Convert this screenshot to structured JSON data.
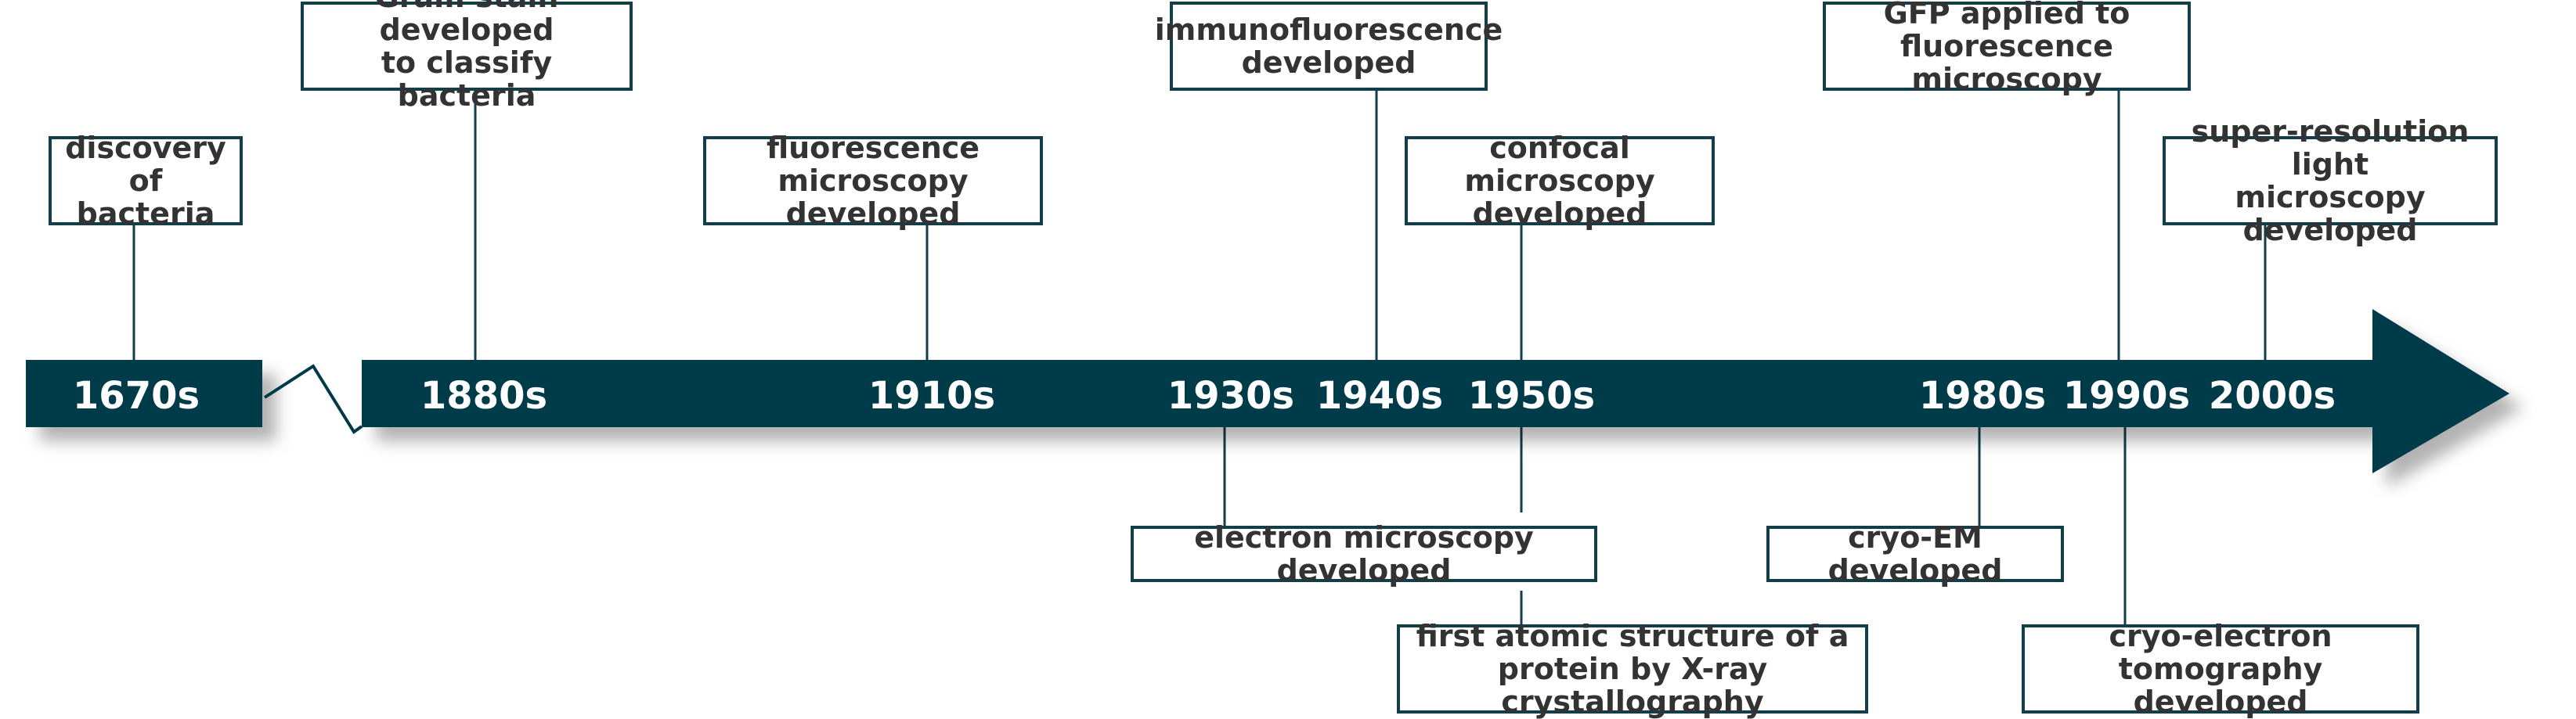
{
  "colors": {
    "band": "#003a48",
    "connector": "#123e4a",
    "box_border": "#123e4a",
    "box_text": "#333333",
    "year_text": "#ffffff"
  },
  "years": [
    "1670s",
    "1880s",
    "1910s",
    "1930s",
    "1940s",
    "1950s",
    "1980s",
    "1990s",
    "2000s"
  ],
  "events_above": [
    {
      "year": "1670s",
      "text": "discovery of\nbacteria"
    },
    {
      "year": "1880s",
      "text": "Gram stain developed\nto classify bacteria"
    },
    {
      "year": "1910s",
      "text": "fluorescence\nmicroscopy developed"
    },
    {
      "year": "1940s",
      "text": "immunofluorescence\ndeveloped"
    },
    {
      "year": "1950s",
      "text": "confocal microscopy\ndeveloped"
    },
    {
      "year": "1990s",
      "text": "GFP applied to\nfluorescence microscopy"
    },
    {
      "year": "2000s",
      "text": "super-resolution light\nmicroscopy developed"
    }
  ],
  "events_below": [
    {
      "year": "1930s",
      "text": "electron microscopy developed"
    },
    {
      "year": "1950s",
      "text": "first atomic structure of a\nprotein by X-ray crystallography"
    },
    {
      "year": "1980s",
      "text": "cryo-EM developed"
    },
    {
      "year": "1990s",
      "text": "cryo-electron tomography\ndeveloped"
    }
  ]
}
